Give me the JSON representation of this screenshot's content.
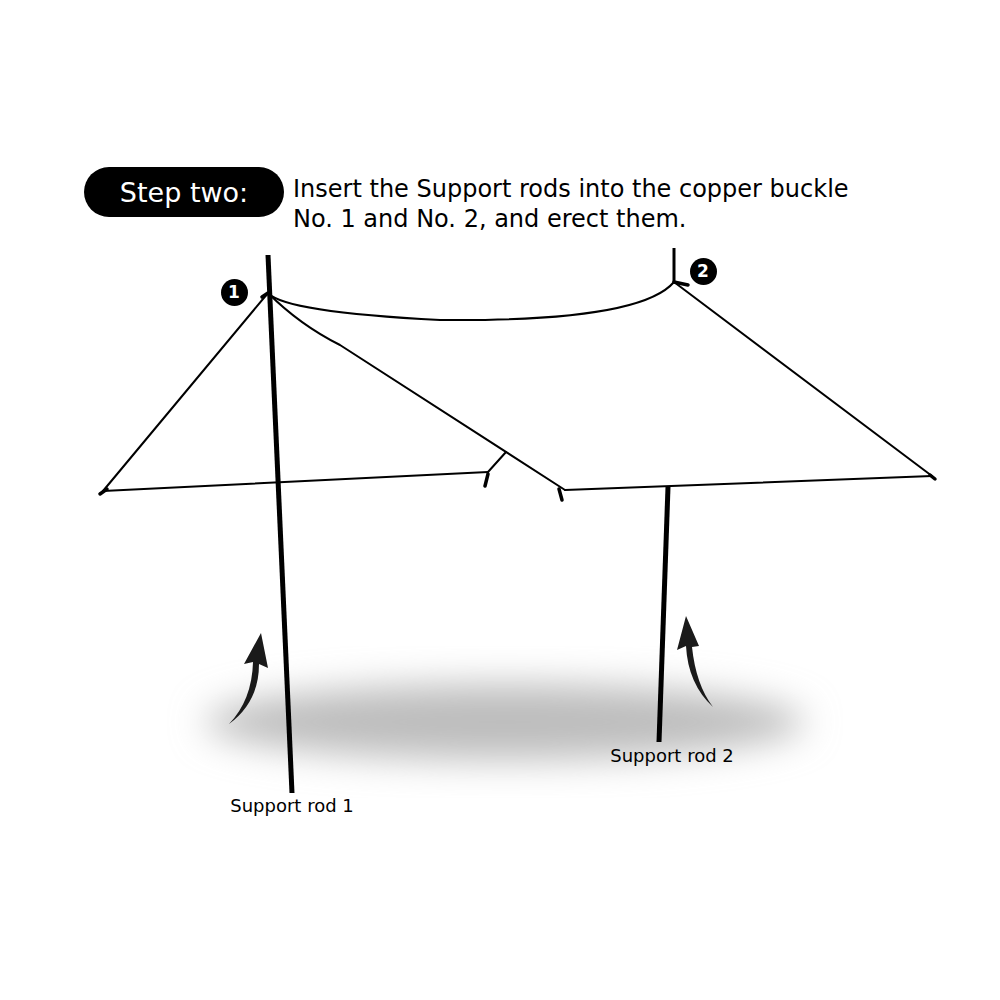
{
  "diagram": {
    "nodes": [
      {
        "text": [
          "Step two:"
        ]
      },
      {
        "text": [
          "1"
        ]
      },
      {
        "text": [
          "2"
        ]
      }
    ],
    "labels": [
      "Insert the Support rods into the copper buckle No. 1 and No. 2, and erect them.",
      "Support rod 1",
      "Support rod 2"
    ]
  }
}
